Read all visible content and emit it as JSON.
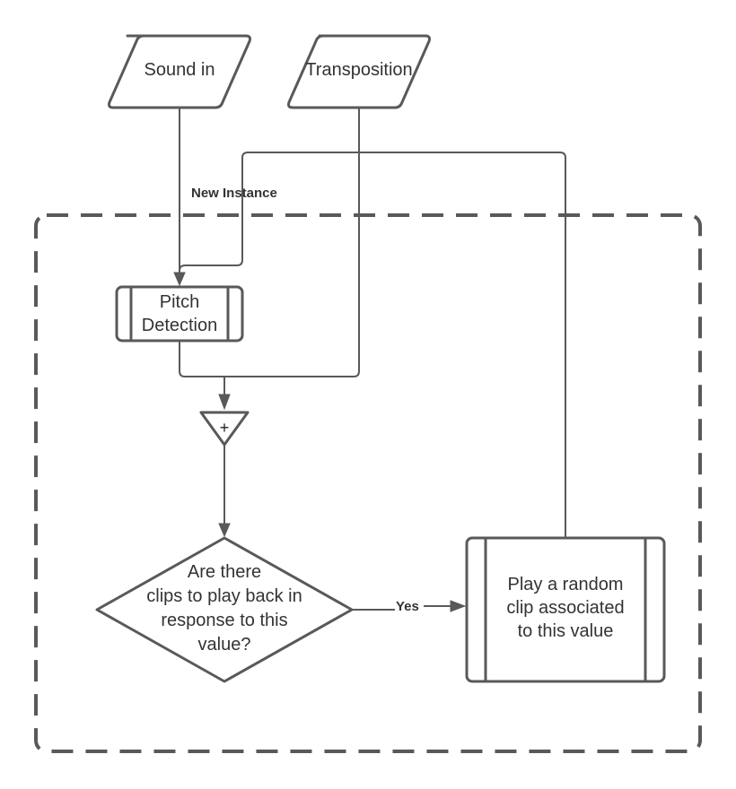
{
  "diagram": {
    "title": "",
    "container": {
      "name": "instance-boundary",
      "style": "dashed"
    },
    "nodes": {
      "sound_in": {
        "type": "input",
        "label": "Sound in"
      },
      "transposition": {
        "type": "input",
        "label": "Transposition"
      },
      "pitch_detection": {
        "type": "predefined-process",
        "lines": [
          "Pitch",
          "Detection"
        ]
      },
      "sum": {
        "type": "summing-junction",
        "label": "+"
      },
      "decision": {
        "type": "decision",
        "lines": [
          "Are there",
          "clips to play back in",
          "response to this",
          "value?"
        ]
      },
      "play_clip": {
        "type": "predefined-process",
        "lines": [
          "Play a random",
          "clip associated",
          "to this value"
        ]
      }
    },
    "edges": [
      {
        "from": "sound_in",
        "to": "pitch_detection",
        "label": ""
      },
      {
        "from": "play_clip",
        "to": "pitch_detection",
        "label": "New Instance"
      },
      {
        "from": "pitch_detection",
        "to": "sum",
        "label": ""
      },
      {
        "from": "transposition",
        "to": "sum",
        "label": ""
      },
      {
        "from": "sum",
        "to": "decision",
        "label": ""
      },
      {
        "from": "decision",
        "to": "play_clip",
        "label": "Yes"
      }
    ],
    "edge_labels": {
      "new_instance": "New Instance",
      "yes": "Yes"
    },
    "colors": {
      "stroke": "#595959",
      "text": "#333333",
      "background": "#ffffff"
    }
  }
}
